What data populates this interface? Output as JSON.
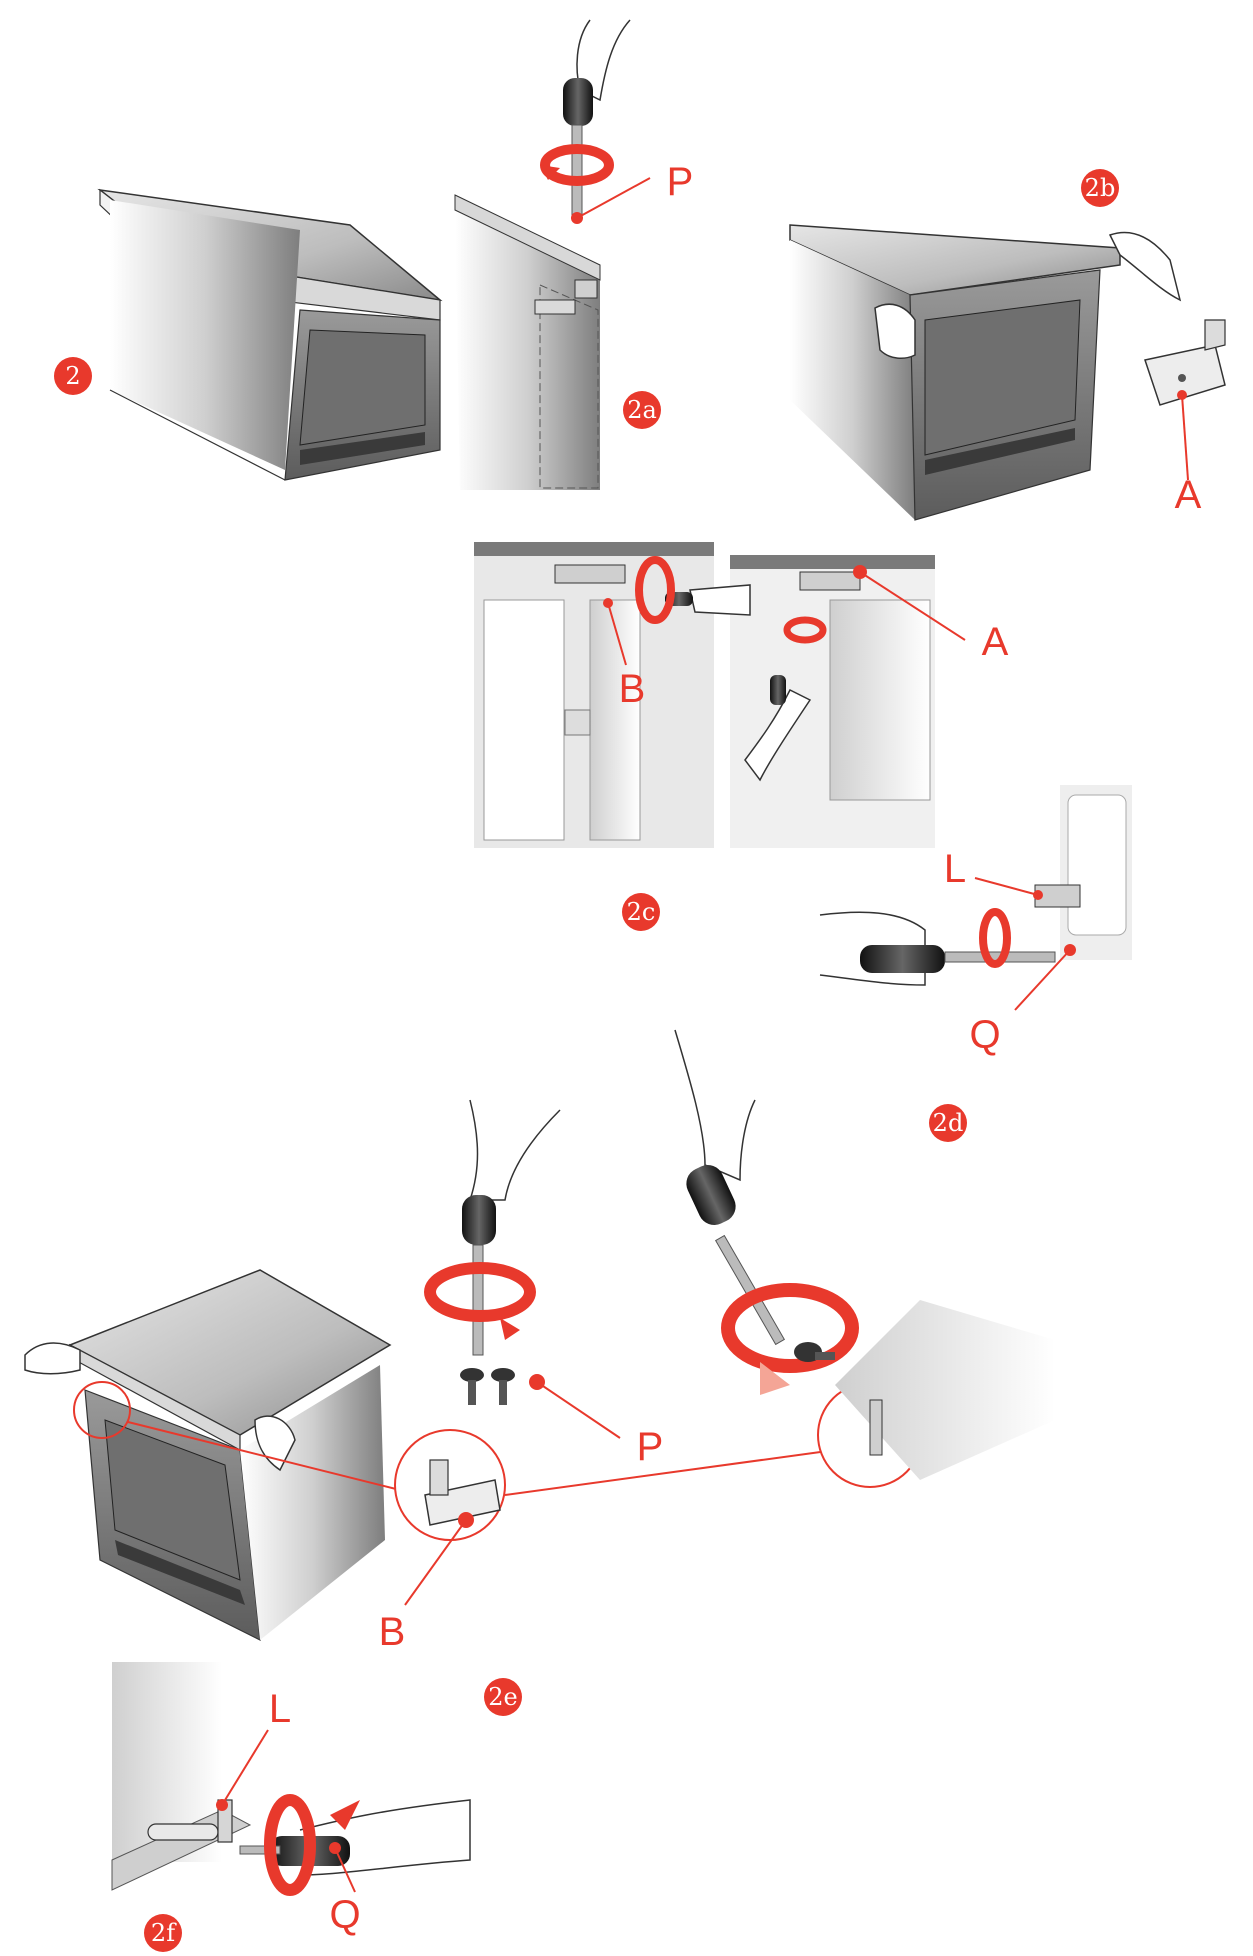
{
  "colors": {
    "accent": "#e8392c",
    "accent_light": "#f4a596",
    "metal_dark": "#6a6a6a",
    "metal_mid": "#a8a8a8",
    "metal_light": "#e2e2e2",
    "line": "#333333"
  },
  "steps": {
    "s2": "2",
    "s2a": "2a",
    "s2b": "2b",
    "s2c": "2c",
    "s2d": "2d",
    "s2e": "2e",
    "s2f": "2f"
  },
  "labels": {
    "P_top": "P",
    "A_right": "A",
    "A_mid": "A",
    "B_mid": "B",
    "L_mid": "L",
    "Q_mid": "Q",
    "P_bottom": "P",
    "B_bottom": "B",
    "L_bottom": "L",
    "Q_bottom": "Q"
  },
  "icons": [
    "screwdriver-icon",
    "hand-icon",
    "rotation-arrow-icon",
    "bracket-icon",
    "screw-icon",
    "magnifier-circle-icon"
  ]
}
